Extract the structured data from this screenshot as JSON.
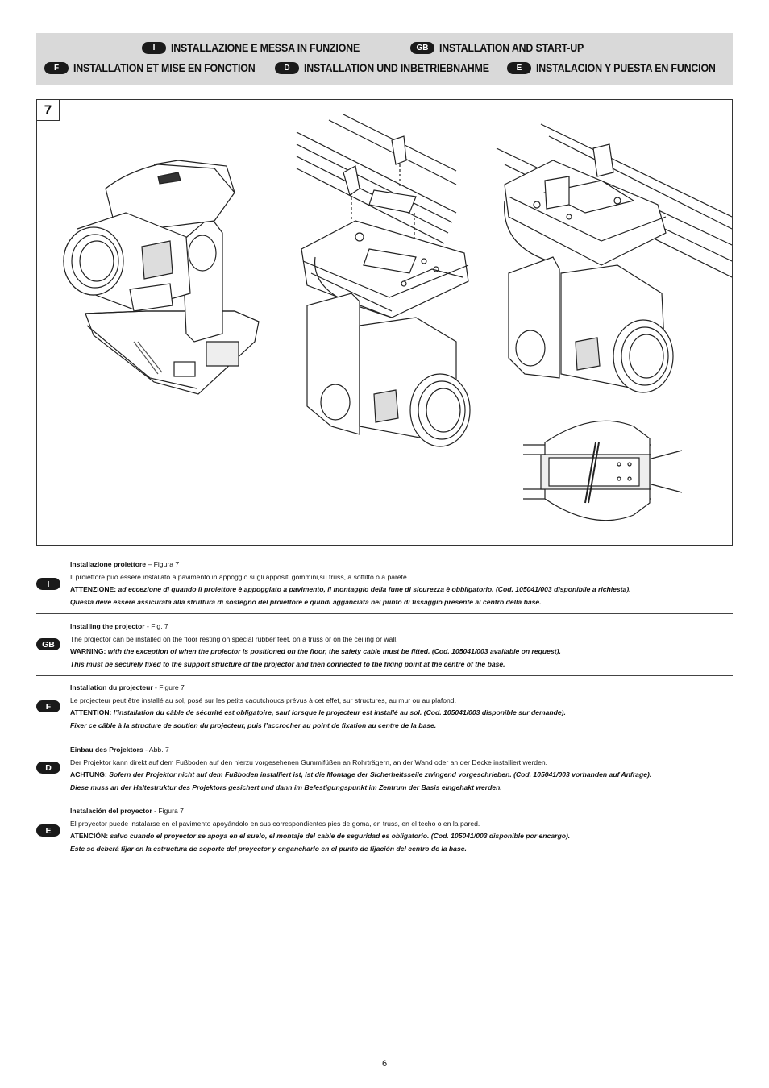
{
  "header": {
    "row1": [
      {
        "code": "I",
        "title": "INSTALLAZIONE E MESSA IN FUNZIONE"
      },
      {
        "code": "GB",
        "title": "INSTALLATION AND START-UP"
      }
    ],
    "row2": [
      {
        "code": "F",
        "title": "INSTALLATION ET MISE EN FONCTION"
      },
      {
        "code": "D",
        "title": "INSTALLATION UND INBETRIEBNAHME"
      },
      {
        "code": "E",
        "title": "INSTALACION Y PUESTA EN FUNCION"
      }
    ]
  },
  "figure": {
    "number": "7"
  },
  "sections": [
    {
      "code": "I",
      "heading": "Installazione proiettore",
      "ref": " – Figura 7",
      "body": "Il proiettore può essere installato a pavimento in appoggio sugli appositi gommini,su truss, a soffitto o a parete.",
      "warn_label": "ATTENZIONE:",
      "warn_line1": " ad eccezione di quando il proiettore è appoggiato a pavimento, il montaggio della fune di sicurezza è obbligatorio. (Cod. 105041/003 disponibile a richiesta).",
      "warn_line2": "Questa deve essere assicurata alla struttura di sostegno del proiettore e quindi agganciata nel punto di fissaggio presente al centro della base."
    },
    {
      "code": "GB",
      "heading": "Installing the projector",
      "ref": " - Fig. 7",
      "body": "The projector can be installed on the floor resting on special rubber feet, on a truss or on the ceiling or wall.",
      "warn_label": "WARNING:",
      "warn_line1": " with the exception of when the projector is positioned on the floor, the safety cable must be fitted. (Cod. 105041/003 available on request).",
      "warn_line2": "This must be securely fixed to the support structure of the projector and then connected to the fixing point at the centre of the base."
    },
    {
      "code": "F",
      "heading": "Installation du projecteur",
      "ref": " - Figure 7",
      "body": "Le projecteur peut être installé au sol, posé sur les petits caoutchoucs prévus à cet effet, sur structures, au mur ou au plafond.",
      "warn_label": "ATTENTION:",
      "warn_line1": " l’installation du câble de sécurité est obligatoire, sauf lorsque le projecteur est installé au sol. (Cod. 105041/003 disponible sur demande).",
      "warn_line2": "Fixer ce câble à la structure de soutien du projecteur, puis l’accrocher au point de fixation au centre de la base."
    },
    {
      "code": "D",
      "heading": "Einbau des Projektors",
      "ref": " - Abb. 7",
      "body": "Der Projektor kann direkt auf dem Fußboden auf den hierzu vorgesehenen Gummifüßen an Rohrträgern, an der Wand oder an der Decke installiert werden.",
      "warn_label": "ACHTUNG:",
      "warn_line1": " Sofern der Projektor nicht auf dem Fußboden installiert ist, ist die Montage der Sicherheitsseile zwingend vorgeschrieben. (Cod. 105041/003 vorhanden auf Anfrage).",
      "warn_line2": "Diese muss an der Haltestruktur des Projektors gesichert und dann im Befestigungspunkt im Zentrum der Basis eingehakt werden."
    },
    {
      "code": "E",
      "heading": "Instalación del proyector",
      "ref": " - Figura 7",
      "body": "El proyector puede instalarse en el pavimento apoyándolo en sus correspondientes pies de goma, en truss, en el techo o en la pared.",
      "warn_label": "ATENCIÓN:",
      "warn_line1": " salvo cuando el proyector se apoya en el suelo, el montaje del cable de seguridad es obligatorio. (Cod. 105041/003 disponible por encargo).",
      "warn_line2": "Este se deberá fijar en la estructura de soporte del proyector y engancharlo en el punto de fijación del centro de la base."
    }
  ],
  "page_number": "6"
}
